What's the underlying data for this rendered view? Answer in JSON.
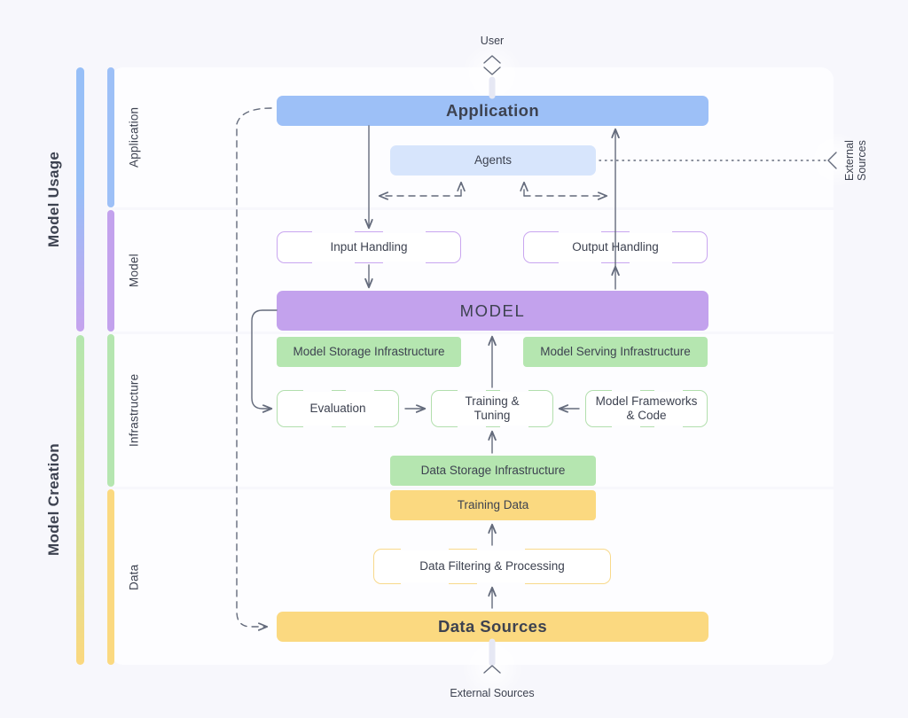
{
  "groups": [
    {
      "label": "Model Usage"
    },
    {
      "label": "Model Creation"
    }
  ],
  "bands": [
    {
      "label": "Application",
      "color": "#9dc0f7"
    },
    {
      "label": "Model",
      "color": "#c3a2ed"
    },
    {
      "label": "Infrastructure",
      "color": "#b5e6b0"
    },
    {
      "label": "Data",
      "color": "#fbd980"
    }
  ],
  "captions": {
    "user": "User",
    "external_sources_bottom": "External Sources",
    "external_sources_right": "External Sources"
  },
  "nodes": {
    "application": "Application",
    "agents": "Agents",
    "input_handling": "Input Handling",
    "output_handling": "Output Handling",
    "model": "MODEL",
    "model_storage_infrastructure": "Model Storage Infrastructure",
    "model_serving_infrastructure": "Model Serving Infrastructure",
    "evaluation": "Evaluation",
    "training_tuning": "Training &\nTuning",
    "model_frameworks_code": "Model Frameworks\n& Code",
    "data_storage_infrastructure": "Data Storage Infrastructure",
    "training_data": "Training Data",
    "data_filtering_processing": "Data Filtering & Processing",
    "data_sources": "Data Sources"
  },
  "icons": {
    "user_chevrons": "chevron-up-down-icon",
    "external_bottom_chevron": "chevron-up-icon",
    "external_right_chevron": "chevron-left-icon"
  },
  "colors": {
    "page_background": "#f7f7fc",
    "band_background": "#fdfdff",
    "application": "#9dc0f7",
    "agents": "#d7e5fc",
    "model": "#c3a2ed",
    "infrastructure": "#b5e6b0",
    "data": "#fbd980",
    "arrow": "#646b7c",
    "text": "#3d4250"
  }
}
